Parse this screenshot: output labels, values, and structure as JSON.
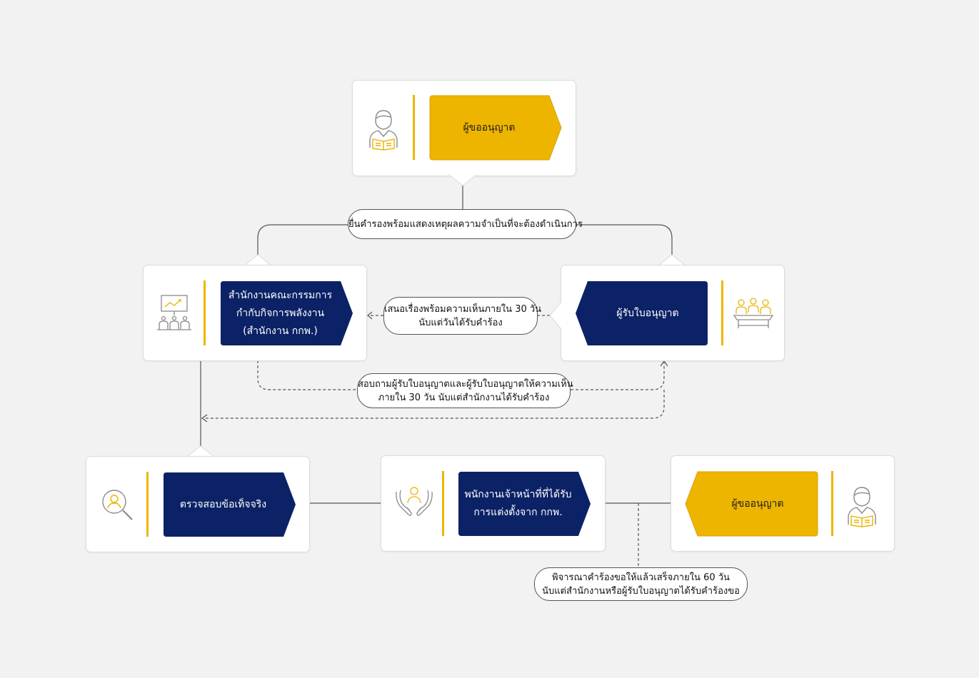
{
  "colors": {
    "background": "#f2f2f2",
    "navy": "#0c2266",
    "yellow": "#edb500",
    "line": "#555555"
  },
  "nodes": {
    "applicant_top": {
      "label": "ผู้ขออนุญาต",
      "icon": "person-reading-icon"
    },
    "regulator": {
      "lines": [
        "สำนักงานคณะกรรมการ",
        "กำกับกิจการพลังงาน",
        "(สำนักงาน กกพ.)"
      ],
      "icon": "presentation-board-icon"
    },
    "licensee": {
      "label": "ผู้รับใบอนุญาต",
      "icon": "people-at-table-icon"
    },
    "fact_check": {
      "label": "ตรวจสอบข้อเท็จจริง",
      "icon": "magnifier-person-icon"
    },
    "officer": {
      "lines": [
        "พนักงานเจ้าหน้าที่ที่ได้รับ",
        "การแต่งตั้งจาก กกพ."
      ],
      "icon": "hands-holding-person-icon"
    },
    "applicant_bottom": {
      "label": "ผู้ขออนุญาต",
      "icon": "person-reading-icon"
    }
  },
  "notes": {
    "submit": {
      "lines": [
        "ยื่นคำรองพร้อมแสดงเหตุผลความจำเป็นที่จะต้องดำเนินการ"
      ]
    },
    "propose": {
      "lines": [
        "เสนอเรื่องพร้อมความเห็นภายใน 30 วัน",
        "นับแต่วันได้รับคำร้อง"
      ]
    },
    "inquire": {
      "lines": [
        "สอบถามผู้รับใบอนุญาตและผู้รับใบอนุญาตให้ความเห็น",
        "ภายใน 30 วัน นับแต่สำนักงานได้รับคำร้อง"
      ]
    },
    "consider": {
      "lines": [
        "พิจารณาคำร้องขอให้แล้วเสร็จภายใน 60 วัน",
        "นับแต่สำนักงานหรือผู้รับใบอนุญาตได้รับคำร้องขอ"
      ]
    }
  }
}
